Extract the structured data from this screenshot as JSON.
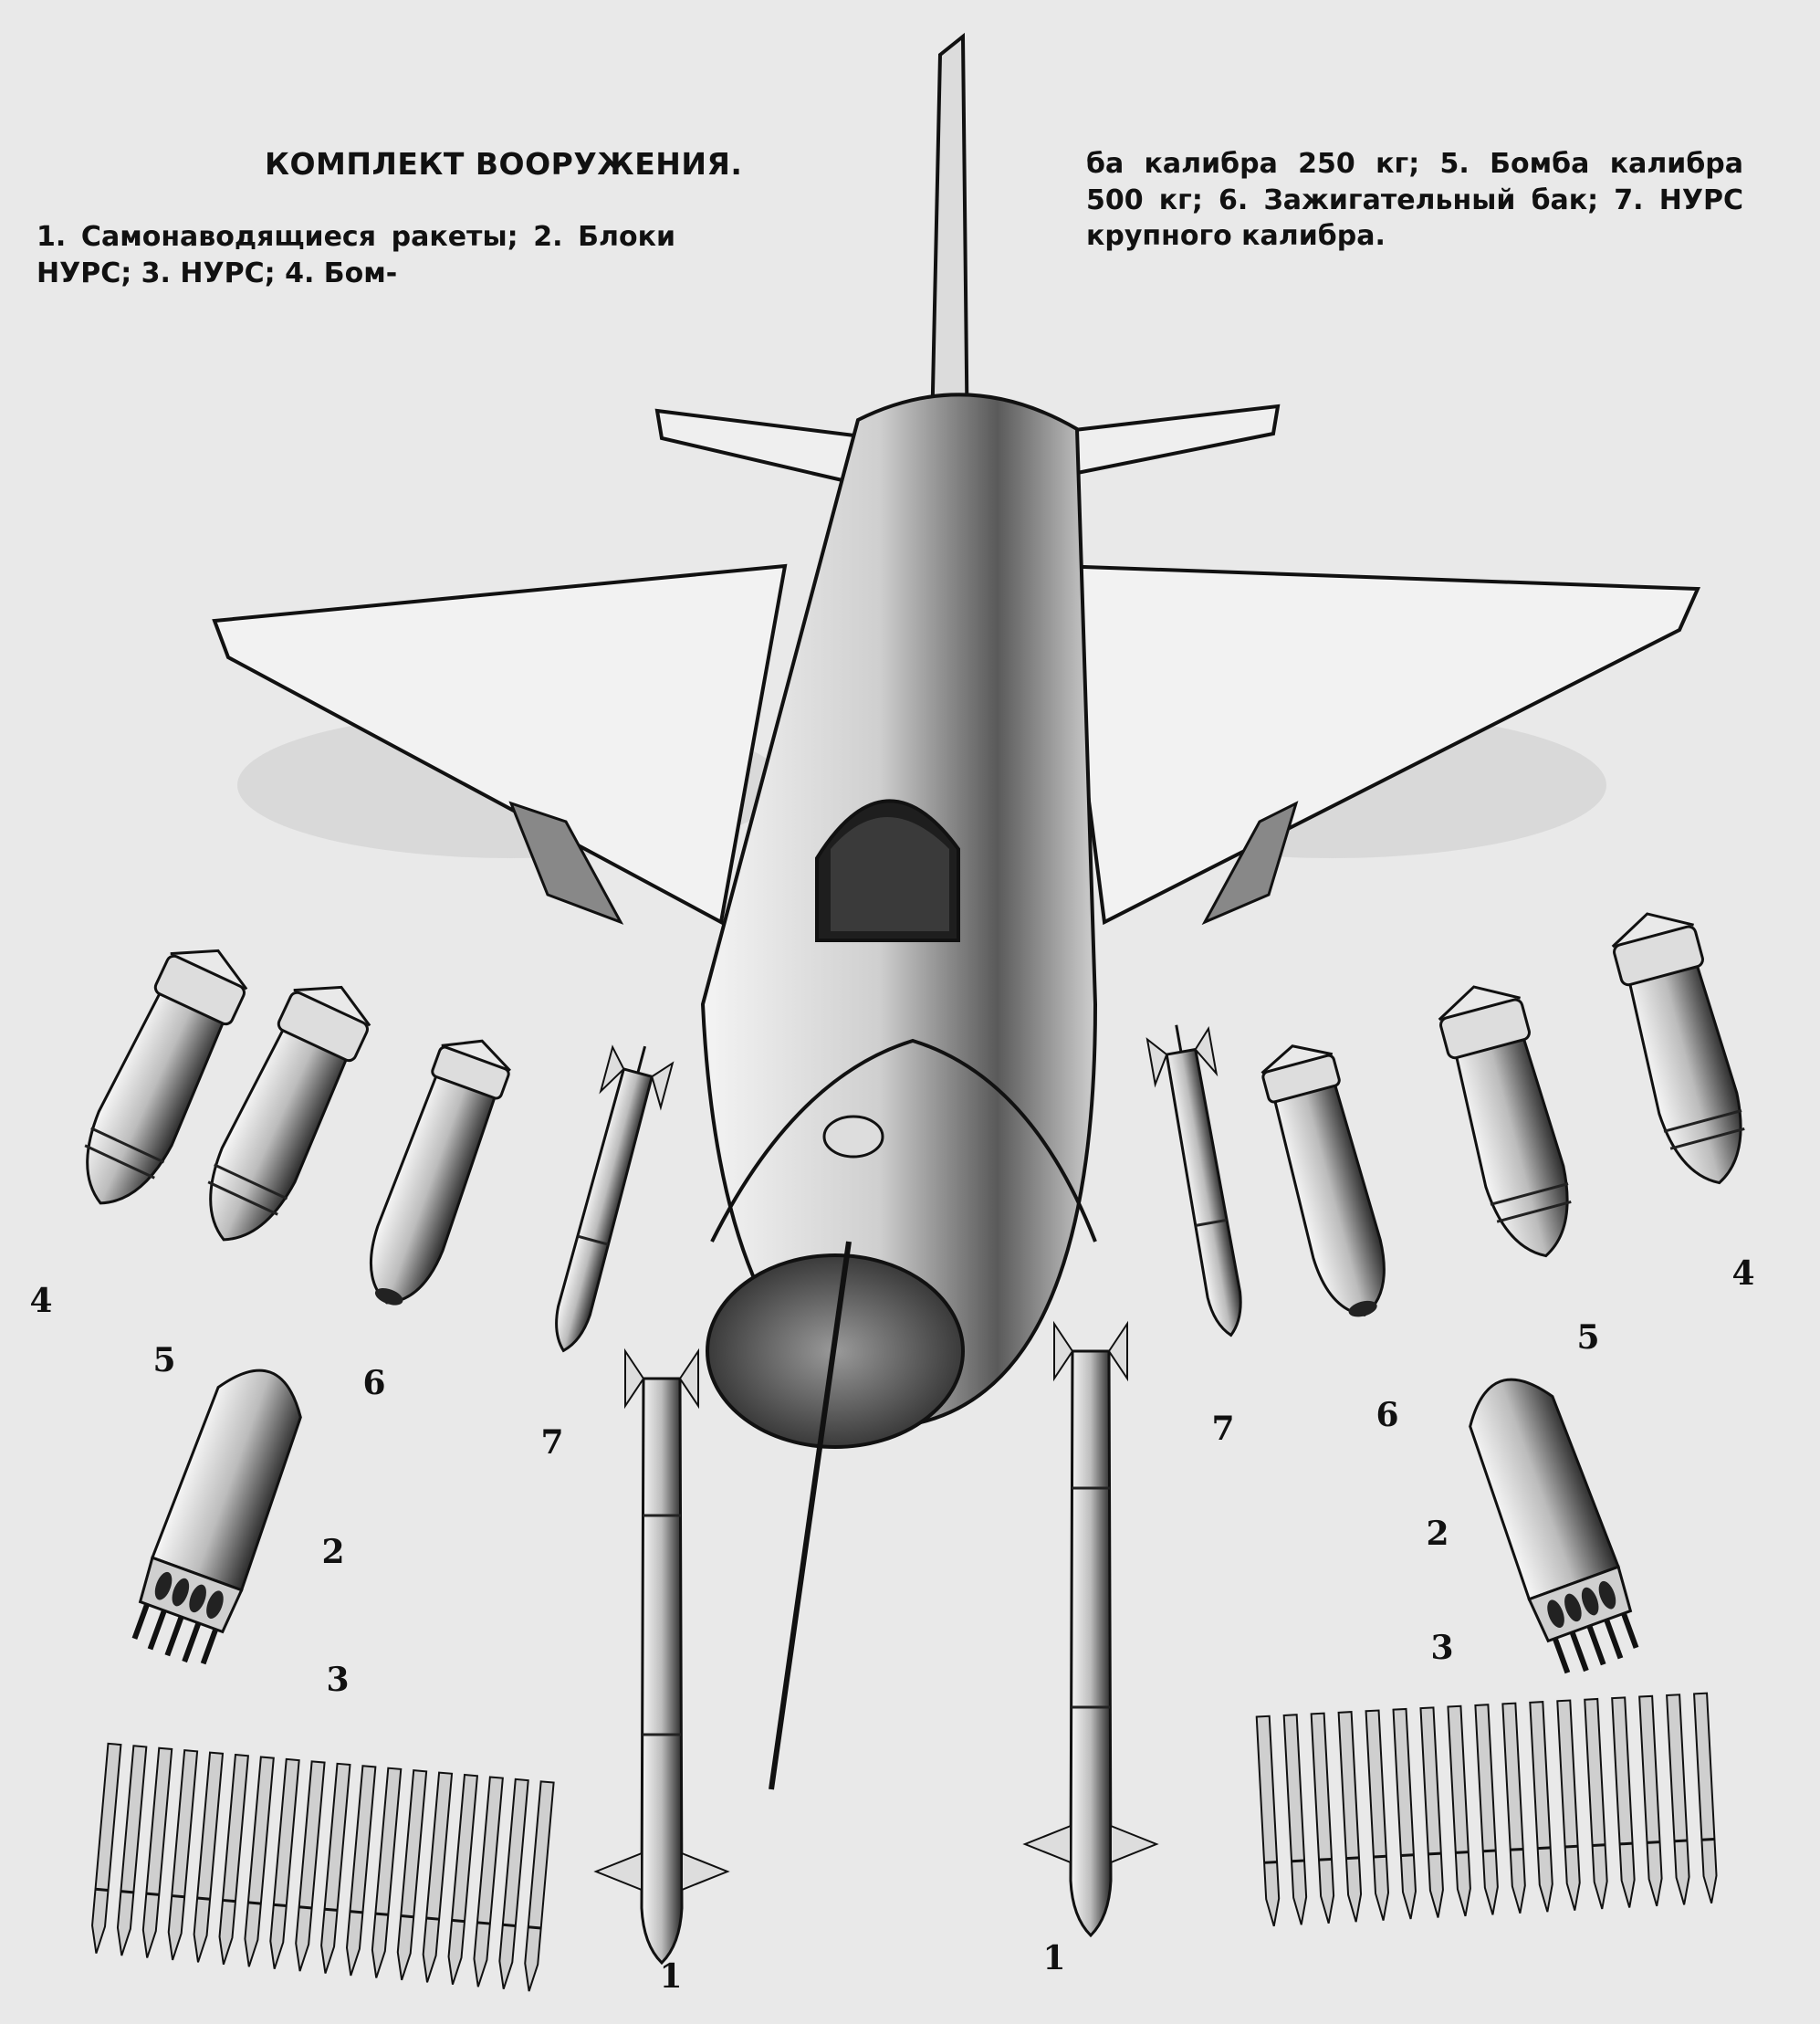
{
  "caption": {
    "title": "КОМПЛЕКТ ВООРУЖЕНИЯ.",
    "left_text": "1. Самонаводящиеся ракеты; 2. Блоки НУРС; 3. НУРС; 4. Бом-",
    "right_text": "ба калибра 250 кг; 5. Бомба калибра 500 кг; 6. Зажигательный бак; 7. НУРС крупного калибра."
  },
  "labels": {
    "left_4": "4",
    "left_5": "5",
    "left_6": "6",
    "left_7": "7",
    "left_2": "2",
    "left_3": "3",
    "left_1": "1",
    "right_1": "1",
    "right_7": "7",
    "right_6": "6",
    "right_5": "5",
    "right_4": "4",
    "right_2": "2",
    "right_3": "3"
  },
  "colors": {
    "paper": "#e9e9e9",
    "ink": "#111111"
  }
}
